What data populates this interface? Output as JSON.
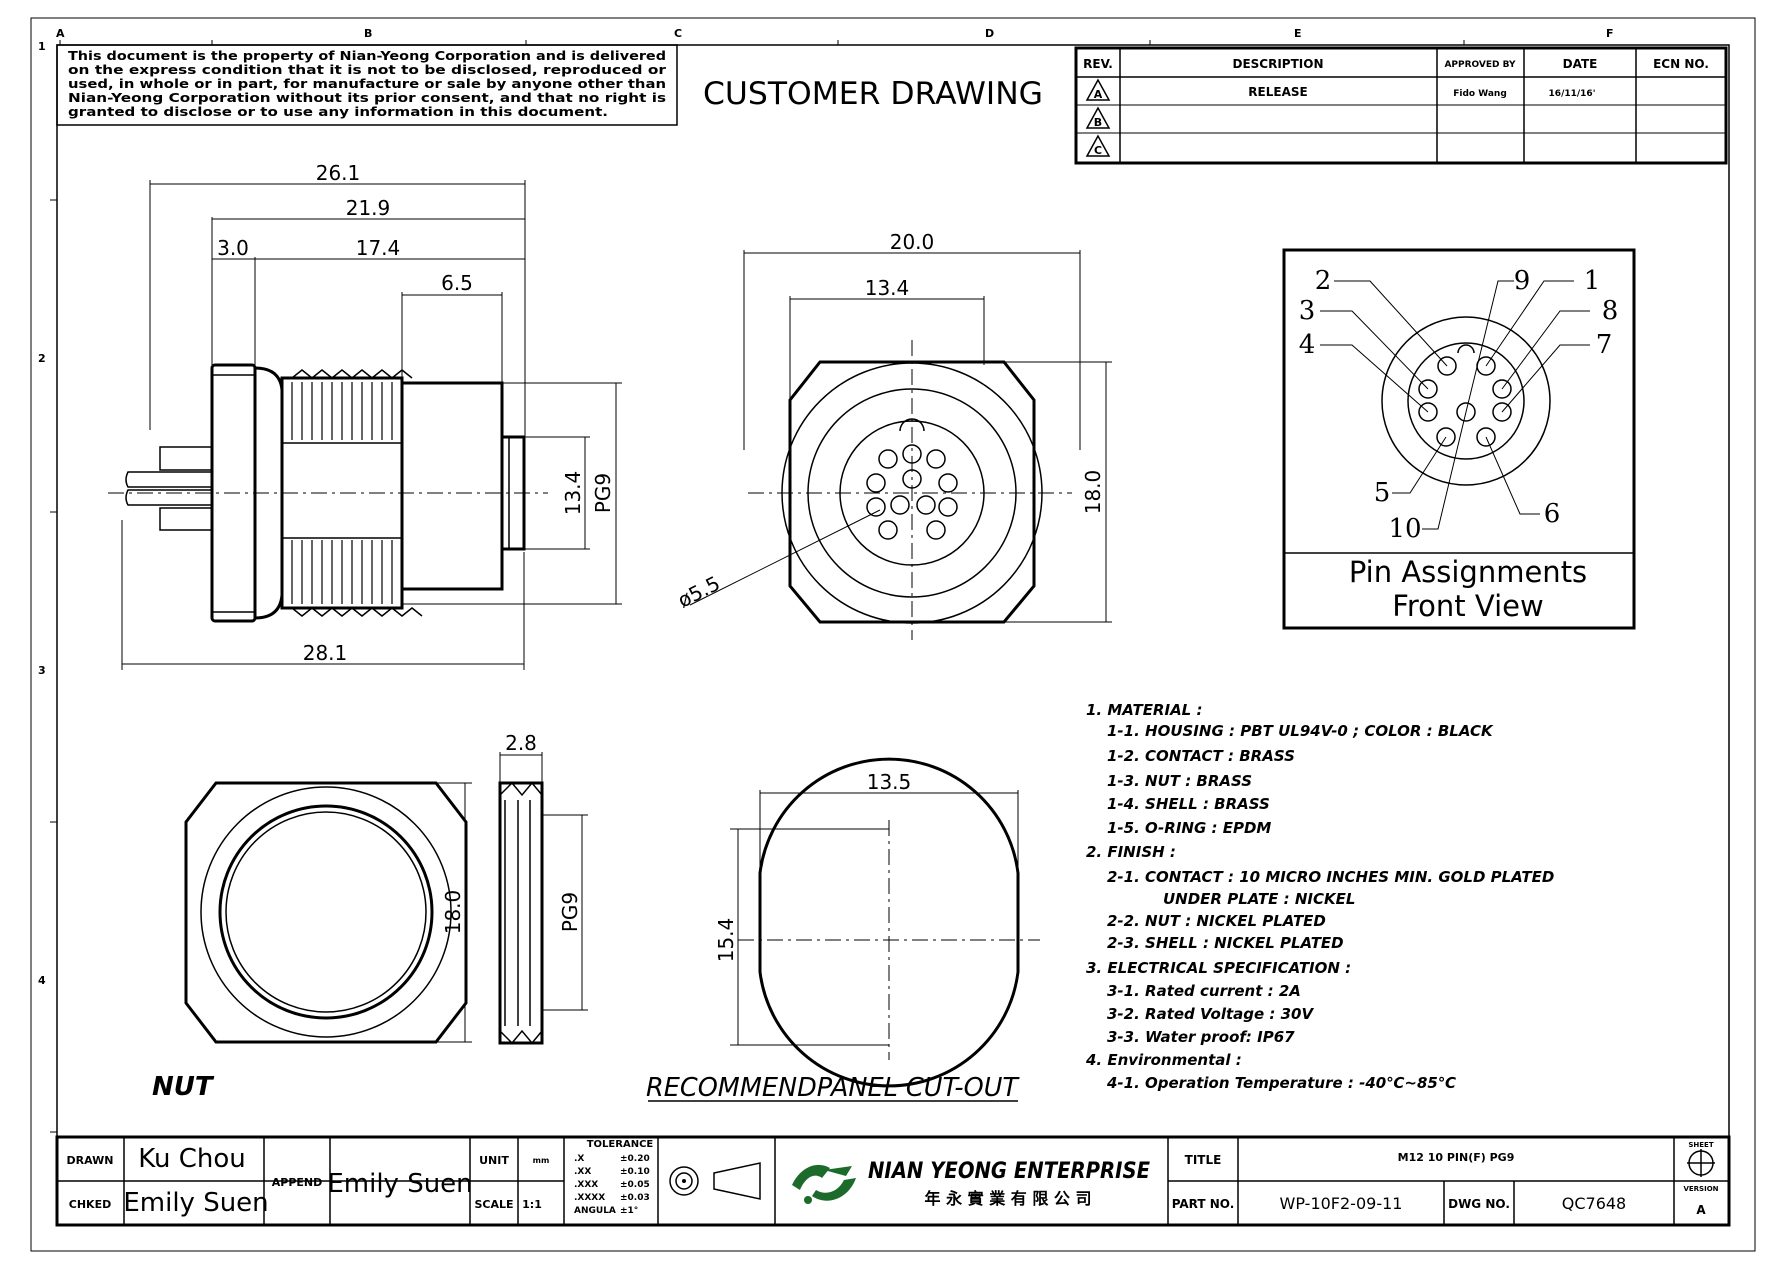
{
  "frame": {
    "col_letters": [
      "A",
      "B",
      "C",
      "D",
      "E",
      "F"
    ],
    "row_numbers": [
      "1",
      "2",
      "3",
      "4"
    ]
  },
  "disclaimer": [
    "This document is the property of Nian-Yeong Corporation and is delivered",
    "on  the  express condition that it is not to be disclosed, reproduced or",
    "used, in whole or in part, for manufacture or sale by anyone other than",
    "Nian-Yeong Corporation without  its prior consent, and that  no right  is",
    "granted to disclose or to use any information in this  document."
  ],
  "title_main": "CUSTOMER  DRAWING",
  "revision_table": {
    "headers": [
      "REV.",
      "DESCRIPTION",
      "APPROVED BY",
      "DATE",
      "ECN NO."
    ],
    "rows": [
      {
        "rev": "A",
        "description": "RELEASE",
        "approved_by": "Fido Wang",
        "date": "16/11/16'",
        "ecn": ""
      },
      {
        "rev": "B",
        "description": "",
        "approved_by": "",
        "date": "",
        "ecn": ""
      },
      {
        "rev": "C",
        "description": "",
        "approved_by": "",
        "date": "",
        "ecn": ""
      }
    ]
  },
  "side_view": {
    "dims": [
      "26.1",
      "21.9",
      "3.0",
      "17.4",
      "6.5",
      "13.4",
      "PG9",
      "28.1"
    ]
  },
  "front_view": {
    "dims": [
      "20.0",
      "13.4",
      "18.0",
      "ø5.5"
    ]
  },
  "pin_assignments": {
    "pins": [
      "2",
      "9",
      "1",
      "3",
      "8",
      "4",
      "7",
      "5",
      "6",
      "10"
    ],
    "caption_line1": "Pin Assignments",
    "caption_line2": "Front View"
  },
  "nut_view": {
    "dims": [
      "2.8",
      "18.0",
      "PG9"
    ],
    "label": "NUT"
  },
  "panel_cutout": {
    "dims": [
      "13.5",
      "15.4"
    ],
    "label": "RECOMMENDPANEL  CUT-OUT"
  },
  "notes": [
    {
      "indent": 0,
      "text": "1.  MATERIAL  :"
    },
    {
      "indent": 1,
      "text": "1-1.  HOUSING  :  PBT  UL94V-0  ;  COLOR  :  BLACK"
    },
    {
      "indent": 1,
      "text": "1-2.  CONTACT  :  BRASS"
    },
    {
      "indent": 1,
      "text": "1-3.  NUT  :  BRASS"
    },
    {
      "indent": 1,
      "text": "1-4.  SHELL  :  BRASS"
    },
    {
      "indent": 1,
      "text": "1-5.  O-RING  :  EPDM"
    },
    {
      "indent": 0,
      "text": "2.  FINISH  :"
    },
    {
      "indent": 1,
      "text": "2-1.  CONTACT  :  10  MICRO  INCHES  MIN.  GOLD  PLATED"
    },
    {
      "indent": 2,
      "text": "UNDER  PLATE  :  NICKEL"
    },
    {
      "indent": 1,
      "text": "2-2.  NUT  :  NICKEL  PLATED"
    },
    {
      "indent": 1,
      "text": "2-3.  SHELL  :  NICKEL  PLATED"
    },
    {
      "indent": 0,
      "text": "3.  ELECTRICAL  SPECIFICATION  :"
    },
    {
      "indent": 1,
      "text": "3-1.  Rated  current  :  2A"
    },
    {
      "indent": 1,
      "text": "3-2.  Rated  Voltage  :  30V"
    },
    {
      "indent": 1,
      "text": "3-3.  Water  proof:  IP67"
    },
    {
      "indent": 0,
      "text": "4.  Environmental  :"
    },
    {
      "indent": 1,
      "text": "4-1.  Operation  Temperature  :  -40℃~85℃"
    }
  ],
  "title_block": {
    "drawn_label": "DRAWN",
    "drawn_name": "Ku Chou",
    "checked_label": "CHKED",
    "checked_name": "Emily Suen",
    "approved_label": "APPEND",
    "approved_name": "Emily Suen",
    "unit_label": "UNIT",
    "unit_value": "mm",
    "scale_label": "SCALE",
    "scale_value": "1:1",
    "tolerance_label": "TOLERANCE",
    "tolerance_rows": [
      {
        "k": ".X",
        "v": "±0.20"
      },
      {
        "k": ".XX",
        "v": "±0.10"
      },
      {
        "k": ".XXX",
        "v": "±0.05"
      },
      {
        "k": ".XXXX",
        "v": "±0.03"
      },
      {
        "k": "ANGULA",
        "v": "±1°"
      }
    ],
    "company_name": "NIAN YEONG ENTERPRISE",
    "company_name_cn": "年 永 實 業 有 限 公 司",
    "title_label": "TITLE",
    "title_value": "M12  10  PIN(F)  PG9",
    "part_no_label": "PART NO.",
    "part_no": "WP-10F2-09-11",
    "dwg_no_label": "DWG NO.",
    "dwg_no": "QC7648",
    "sheet_label": "SHEET",
    "version_label": "VERSION",
    "version_value": "A"
  }
}
